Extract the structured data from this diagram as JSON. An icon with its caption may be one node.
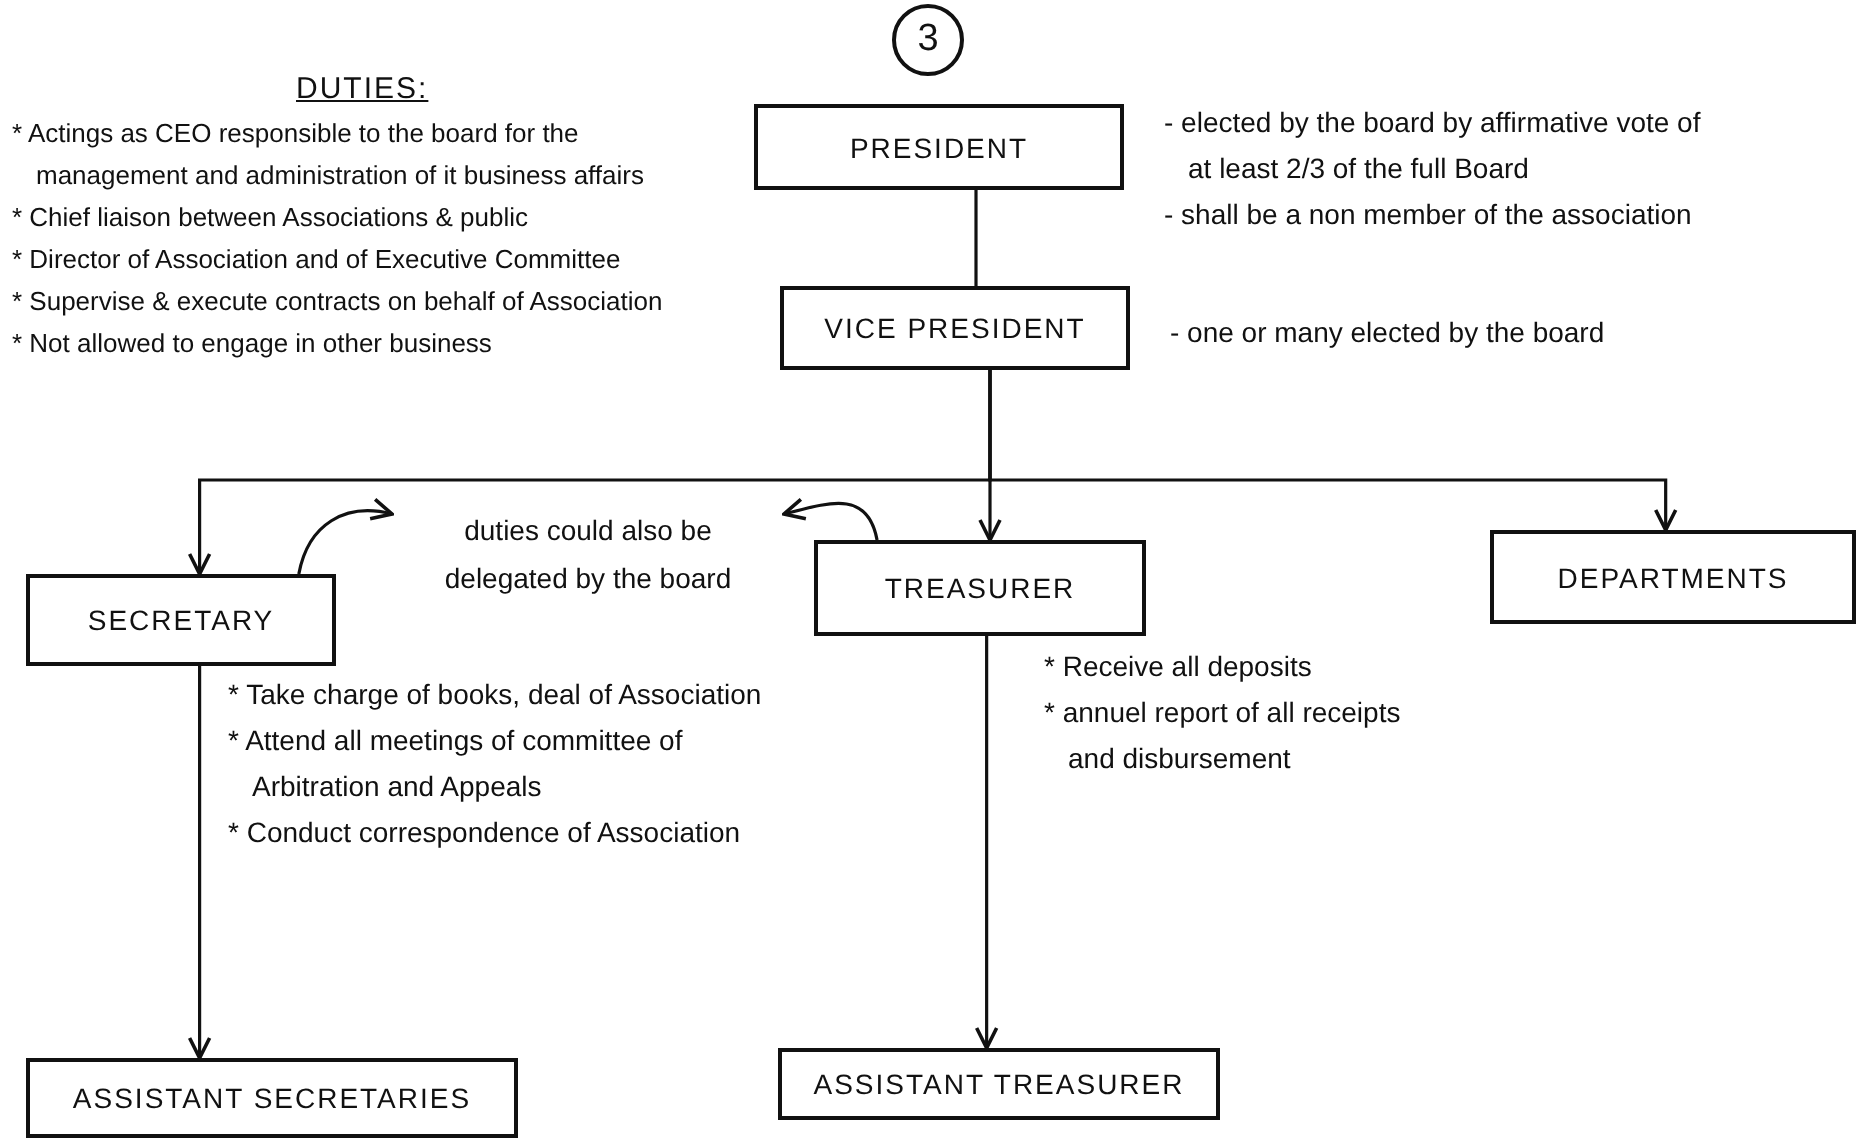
{
  "diagram": {
    "nodes": [
      {
        "text": [
          "3"
        ]
      },
      {
        "text": [
          "PRESIDENT"
        ],
        "beside": [
          "- elected by the board by affirmative vote of at least 2/3 of the full Board",
          "- shall be a non member of the association"
        ]
      },
      {
        "text": [
          "VICE PRESIDENT"
        ],
        "beside": [
          "- one or many elected by the board"
        ]
      },
      {
        "text": [
          "SECRETARY"
        ],
        "beside": [
          "* Take charge of books, deal of Association",
          "* Attend all meetings of committee of Arbitration and Appeals",
          "* Conduct correspondence of Association"
        ]
      },
      {
        "text": [
          "TREASURER"
        ],
        "beside": [
          "* Receive all deposits",
          "* annuel report of all receipts and disbursement"
        ]
      },
      {
        "text": [
          "DEPARTMENTS"
        ]
      },
      {
        "text": [
          "ASSISTANT SECRETARIES"
        ]
      },
      {
        "text": [
          "ASSISTANT TREASURER"
        ]
      },
      {
        "text": [
          "duties could also be delegated by the board"
        ]
      }
    ],
    "edges": [
      {
        "from": 1,
        "to": 2,
        "arrow": "none"
      },
      {
        "from": 2,
        "to": 3,
        "arrow": "to"
      },
      {
        "from": 2,
        "to": 4,
        "arrow": "to"
      },
      {
        "from": 2,
        "to": 5,
        "arrow": "to"
      },
      {
        "from": 3,
        "to": 6,
        "arrow": "to"
      },
      {
        "from": 4,
        "to": 7,
        "arrow": "to"
      },
      {
        "from": 3,
        "to": 8,
        "arrow": "to"
      },
      {
        "from": 4,
        "to": 8,
        "arrow": "to"
      }
    ],
    "labels": [
      "DUTIES:",
      "* Actings as CEO responsible to the board for the management and administration of it business affairs",
      "* Chief liaison between Associations & public",
      "* Director of Association and of Executive Committee",
      "* Supervise & execute contracts on behalf of Association",
      "* Not allowed to engage in other business"
    ]
  }
}
